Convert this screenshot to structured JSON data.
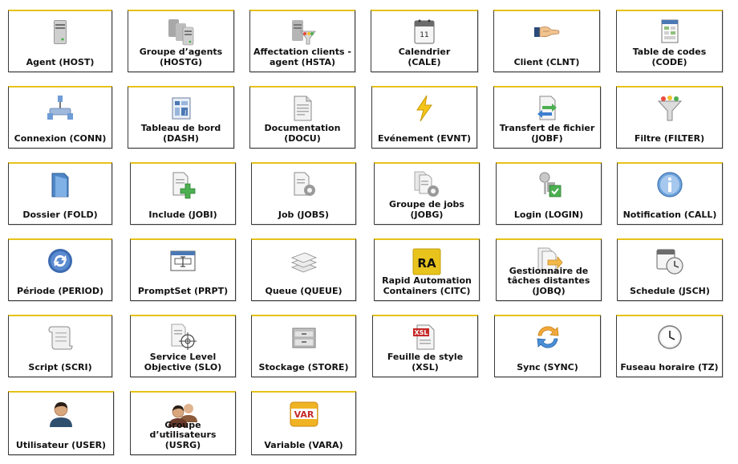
{
  "tiles": [
    {
      "label": "Agent (HOST)",
      "icon": "server-icon"
    },
    {
      "label": "Groupe d’agents\n(HOSTG)",
      "icon": "server-group-icon"
    },
    {
      "label": "Affectation clients -\nagent (HSTA)",
      "icon": "server-filter-icon"
    },
    {
      "label": "Calendrier\n(CALE)",
      "icon": "calendar-icon"
    },
    {
      "label": "Client (CLNT)",
      "icon": "handshake-icon"
    },
    {
      "label": "Table de codes\n(CODE)",
      "icon": "code-table-icon"
    },
    {
      "label": "Connexion (CONN)",
      "icon": "network-connection-icon"
    },
    {
      "label": "Tableau de bord\n(DASH)",
      "icon": "dashboard-icon"
    },
    {
      "label": "Documentation\n(DOCU)",
      "icon": "document-icon"
    },
    {
      "label": "Evénement (EVNT)",
      "icon": "lightning-icon"
    },
    {
      "label": "Transfert de fichier\n(JOBF)",
      "icon": "file-transfer-icon"
    },
    {
      "label": "Filtre (FILTER)",
      "icon": "funnel-icon"
    },
    {
      "label": "Dossier (FOLD)",
      "icon": "folder-icon"
    },
    {
      "label": "Include (JOBI)",
      "icon": "include-plus-icon"
    },
    {
      "label": "Job (JOBS)",
      "icon": "job-gear-icon"
    },
    {
      "label": "Groupe de jobs\n(JOBG)",
      "icon": "job-group-icon"
    },
    {
      "label": "Login (LOGIN)",
      "icon": "key-check-icon"
    },
    {
      "label": "Notification (CALL)",
      "icon": "info-icon"
    },
    {
      "label": "Période (PERIOD)",
      "icon": "cycle-icon"
    },
    {
      "label": "PromptSet (PRPT)",
      "icon": "prompt-window-icon"
    },
    {
      "label": "Queue (QUEUE)",
      "icon": "stacked-layers-icon"
    },
    {
      "label": "Rapid Automation\nContainers (CITC)",
      "icon": "ra-badge-icon",
      "badge": "RA"
    },
    {
      "label": "Gestionnaire de\ntâches distantes\n(JOBQ)",
      "icon": "remote-task-icon"
    },
    {
      "label": "Schedule (JSCH)",
      "icon": "schedule-clock-icon"
    },
    {
      "label": "Script (SCRI)",
      "icon": "scroll-icon"
    },
    {
      "label": "Service Level\nObjective (SLO)",
      "icon": "target-document-icon"
    },
    {
      "label": "Stockage (STORE)",
      "icon": "storage-drawer-icon"
    },
    {
      "label": "Feuille de style\n(XSL)",
      "icon": "xsl-document-icon",
      "badge": "XSL"
    },
    {
      "label": "Sync (SYNC)",
      "icon": "sync-icon"
    },
    {
      "label": "Fuseau horaire (TZ)",
      "icon": "clock-icon"
    },
    {
      "label": "Utilisateur (USER)",
      "icon": "user-icon"
    },
    {
      "label": "Groupe\nd’utilisateurs\n(USRG)",
      "icon": "user-group-icon"
    },
    {
      "label": "Variable (VARA)",
      "icon": "var-badge-icon",
      "badge": "VAR"
    }
  ],
  "calendar_day": "11",
  "colors": {
    "accent": "#e6c21a",
    "border": "#3a3a3a"
  }
}
